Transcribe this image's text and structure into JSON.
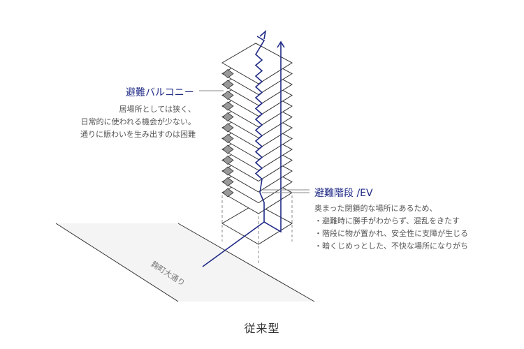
{
  "colors": {
    "accent": "#1f2a86",
    "line": "#333333",
    "balcony_fill": "#999999",
    "street_fill": "#f4f4f4",
    "body_text": "#555555"
  },
  "balcony_label": {
    "title": "避難バルコニー",
    "lines": [
      "居場所としては狭く、",
      "日常的に使われる機会が少ない。",
      "通りに賑わいを生み出すのは困難"
    ]
  },
  "stair_label": {
    "title": "避難階段 /EV",
    "lines": [
      "奥まった閉鎖的な場所にあるため、",
      "・避難時に勝手がわからず、混乱をきたす",
      "・階段に物が置かれ、安全性に支障が生じる",
      "・暗くじめっとした、不快な場所になりがち"
    ]
  },
  "street_label": "麹町大通り",
  "caption": "従来型",
  "building": {
    "floor_count": 13,
    "balcony_count": 12
  }
}
